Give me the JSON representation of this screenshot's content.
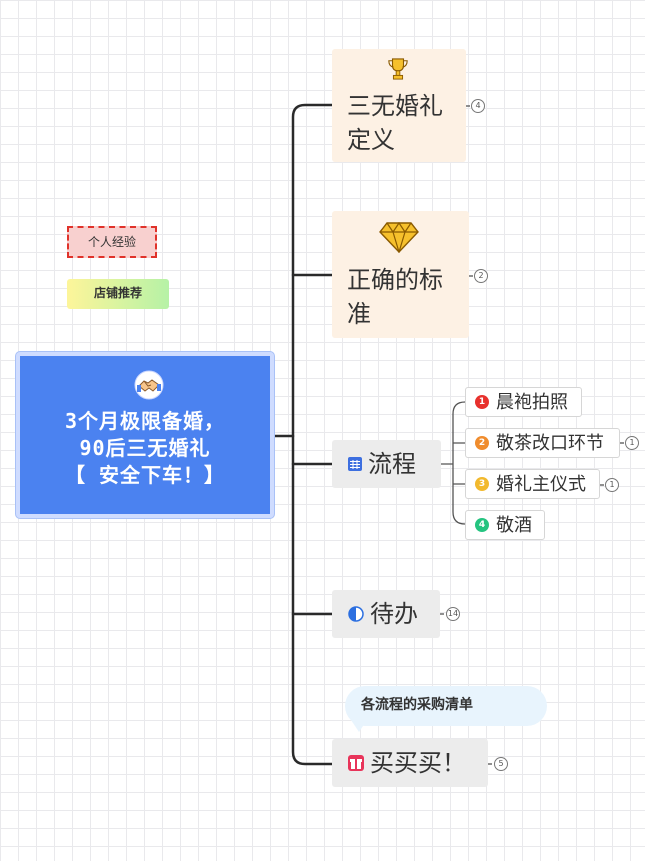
{
  "root": {
    "lines": [
      "3个月极限备婚，",
      "90后三无婚礼",
      "【 安全下车！】"
    ],
    "icon": "handshake-icon"
  },
  "floating_tags": [
    {
      "label": "个人经验"
    },
    {
      "label": "店铺推荐"
    }
  ],
  "branches": [
    {
      "lines": [
        "三无婚礼",
        "定义"
      ],
      "icon": "trophy-icon",
      "count": "4"
    },
    {
      "lines": [
        "正确的标",
        "准"
      ],
      "icon": "diamond-icon",
      "count": "2"
    },
    {
      "label": "流程",
      "icon": "grid-icon"
    },
    {
      "label": "待办",
      "icon": "pie-progress-icon",
      "count": "14"
    },
    {
      "label": "买买买！",
      "icon": "gift-icon",
      "count": "5"
    }
  ],
  "process_children": [
    {
      "number": "1",
      "label": "晨袍拍照",
      "color": "#e8312d"
    },
    {
      "number": "2",
      "label": "敬茶改口环节",
      "color": "#f08c2d",
      "count": "1"
    },
    {
      "number": "3",
      "label": "婚礼主仪式",
      "color": "#f2b92d",
      "count": "1"
    },
    {
      "number": "4",
      "label": "敬酒",
      "color": "#25c480"
    }
  ],
  "callout": {
    "text": "各流程的采购清单"
  },
  "colors": {
    "root": "#4b82f0",
    "connector": "#2a2a2a",
    "peach": "#fdf1e4",
    "gray": "#ececec"
  }
}
